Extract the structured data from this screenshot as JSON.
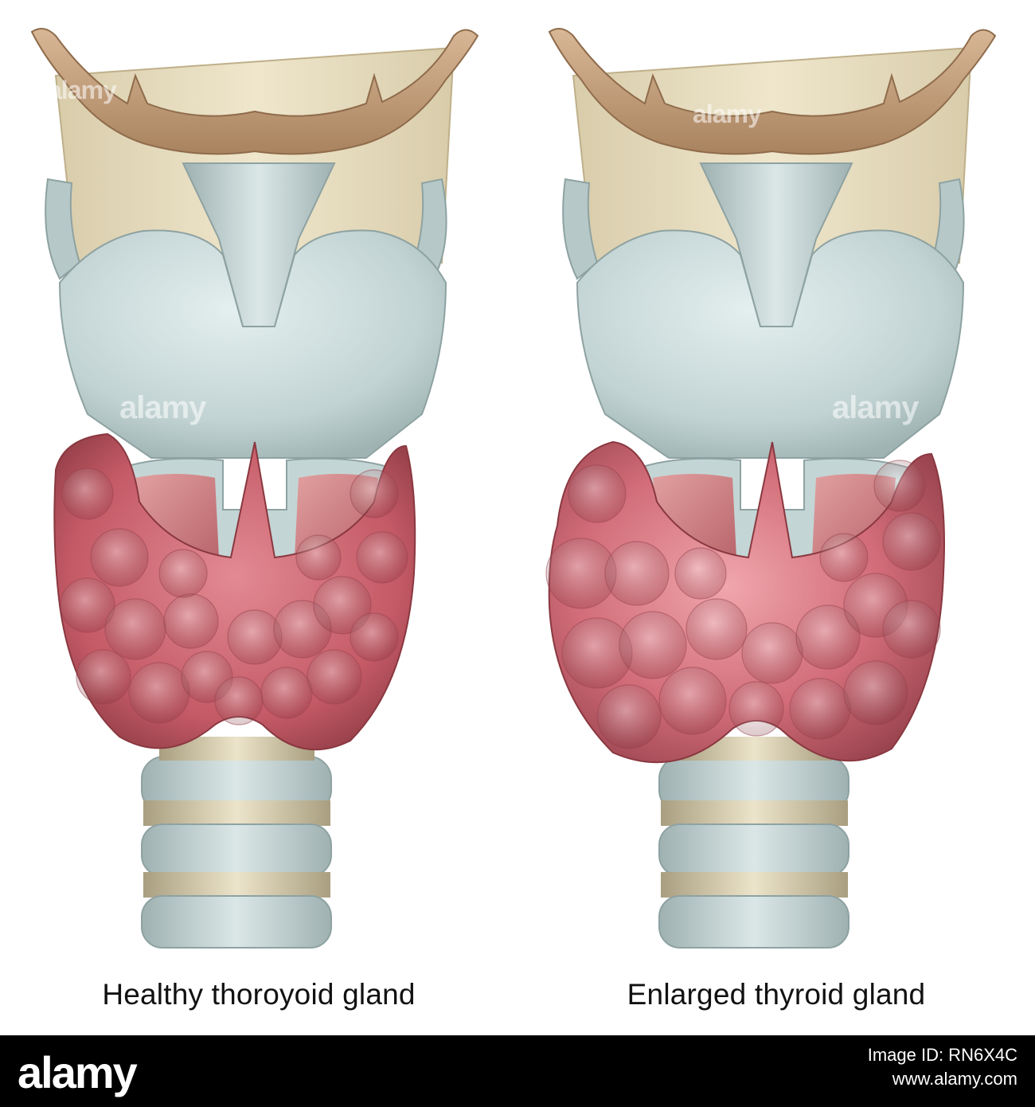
{
  "panels": [
    {
      "caption": "Healthy thoroyoid gland",
      "state": "normal"
    },
    {
      "caption": "Enlarged thyroid gland",
      "state": "enlarged"
    }
  ],
  "watermark": "alamy",
  "footer": {
    "logo": "alamy",
    "image_id": "Image ID: RN6X4C",
    "url": "www.alamy.com"
  },
  "colors": {
    "hyoid": "#c9a582",
    "membrane": "#e6dcc0",
    "cartilage": "#c6d6d6",
    "thyroid": "#c9606a",
    "ring": "#d8cfb2",
    "footer_bg": "#000000"
  }
}
